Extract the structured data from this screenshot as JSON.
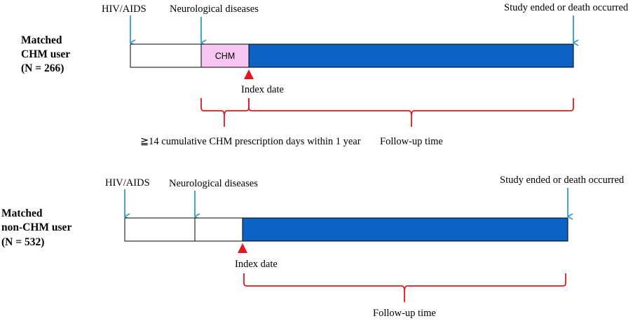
{
  "panels": [
    {
      "group_label": [
        "Matched",
        "CHM user",
        "(N = 266)"
      ],
      "markers": {
        "hiv": "HIV/AIDS",
        "neuro": "Neurological diseases",
        "end": "Study ended or death occurred"
      },
      "chm_segment_label": "CHM",
      "index_date": "Index date",
      "bracket_labels": {
        "prescription": "≧14 cumulative CHM prescription days within 1 year",
        "follow_up": "Follow-up time"
      }
    },
    {
      "group_label": [
        "Matched",
        "non-CHM user",
        "(N = 532)"
      ],
      "markers": {
        "hiv": "HIV/AIDS",
        "neuro": "Neurological diseases",
        "end": "Study ended or death occurred"
      },
      "index_date": "Index date",
      "bracket_labels": {
        "follow_up": "Follow-up time"
      }
    }
  ],
  "colors": {
    "arrow": "#2e9bd6",
    "follow_up_bar": "#0c63c4",
    "chm_segment": "#f7c6f2",
    "index_marker": "#e8161b",
    "bracket": "#e8161b",
    "outline": "#000000"
  }
}
